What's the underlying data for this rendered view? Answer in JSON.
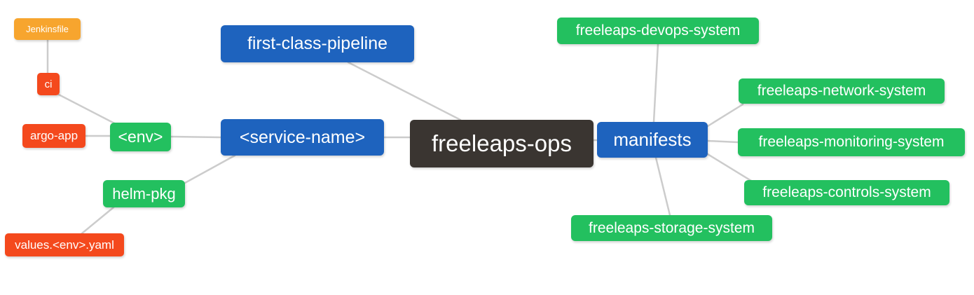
{
  "diagram": {
    "type": "mindmap",
    "root": {
      "label": "freeleaps-ops"
    },
    "nodes": {
      "jenkinsfile": "Jenkinsfile",
      "ci": "ci",
      "argo_app": "argo-app",
      "env": "<env>",
      "helm_pkg": "helm-pkg",
      "values_env_yaml": "values.<env>.yaml",
      "first_class_pipeline": "first-class-pipeline",
      "service_name": "<service-name>",
      "freeleaps_ops": "freeleaps-ops",
      "manifests": "manifests",
      "devops_system": "freeleaps-devops-system",
      "network_system": "freeleaps-network-system",
      "monitoring_system": "freeleaps-monitoring-system",
      "controls_system": "freeleaps-controls-system",
      "storage_system": "freeleaps-storage-system"
    },
    "edges": [
      {
        "from": "jenkinsfile",
        "to": "ci"
      },
      {
        "from": "ci",
        "to": "env"
      },
      {
        "from": "argo_app",
        "to": "env"
      },
      {
        "from": "env",
        "to": "service_name"
      },
      {
        "from": "helm_pkg",
        "to": "service_name"
      },
      {
        "from": "values_env_yaml",
        "to": "helm_pkg"
      },
      {
        "from": "first_class_pipeline",
        "to": "freeleaps_ops"
      },
      {
        "from": "service_name",
        "to": "freeleaps_ops"
      },
      {
        "from": "freeleaps_ops",
        "to": "manifests"
      },
      {
        "from": "manifests",
        "to": "devops_system"
      },
      {
        "from": "manifests",
        "to": "network_system"
      },
      {
        "from": "manifests",
        "to": "monitoring_system"
      },
      {
        "from": "manifests",
        "to": "controls_system"
      },
      {
        "from": "manifests",
        "to": "storage_system"
      }
    ],
    "colors": {
      "blue": "#1E63BE",
      "green": "#23C05F",
      "red": "#F4491D",
      "orange": "#F7A52E",
      "dark": "#3A3531",
      "link": "#CCCCCC"
    }
  }
}
